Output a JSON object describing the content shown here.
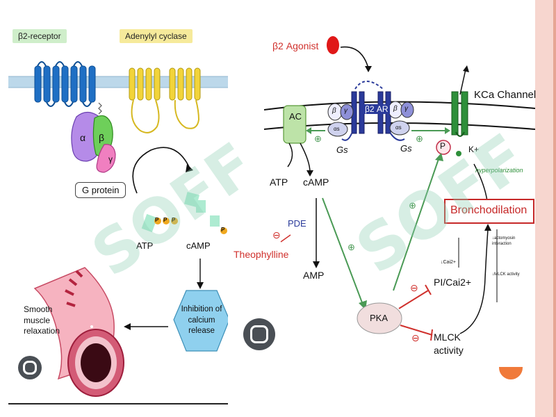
{
  "left": {
    "receptor_label": "β2-receptor",
    "cyclase_label": "Adenylyl cyclase",
    "alpha": "α",
    "beta": "β",
    "gamma": "γ",
    "gprotein": "G protein",
    "atp": "ATP",
    "camp": "cAMP",
    "phosphates": [
      "P",
      "P",
      "P"
    ],
    "camp_p": "P",
    "inhibition": "Inhibition of calcium release",
    "relaxation": "Smooth muscle relaxation"
  },
  "right": {
    "agonist": "β2 Agonist",
    "ac": "AC",
    "b2ar": "β2 AR",
    "beta": "β",
    "gamma": "γ",
    "alpha_s": "αs",
    "gs": "Gs",
    "kca": "KCa Channel",
    "p": "P",
    "k_plus": "K+",
    "hyperpol": "hyperpolarization",
    "bronchodilation": "Bronchodilation",
    "atp": "ATP",
    "camp": "cAMP",
    "pde": "PDE",
    "theophylline": "Theophylline",
    "amp": "AMP",
    "pka": "PKA",
    "pi_ca": "PI/Cai2+",
    "mlck": "MLCK activity",
    "ca_note": "↓Cai2+",
    "actomyosin": "↓actomyosin interaction",
    "mlck_note": "↓MLCK activity",
    "plus": "⊕",
    "minus": "⊖"
  },
  "watermark": "SOFF",
  "colors": {
    "receptor_blue": "#1f6fc4",
    "cyclase_yellow": "#f2d43a",
    "green_arrow": "#4a9a55",
    "red": "#d0312d",
    "pka_fill": "#f1dede"
  }
}
